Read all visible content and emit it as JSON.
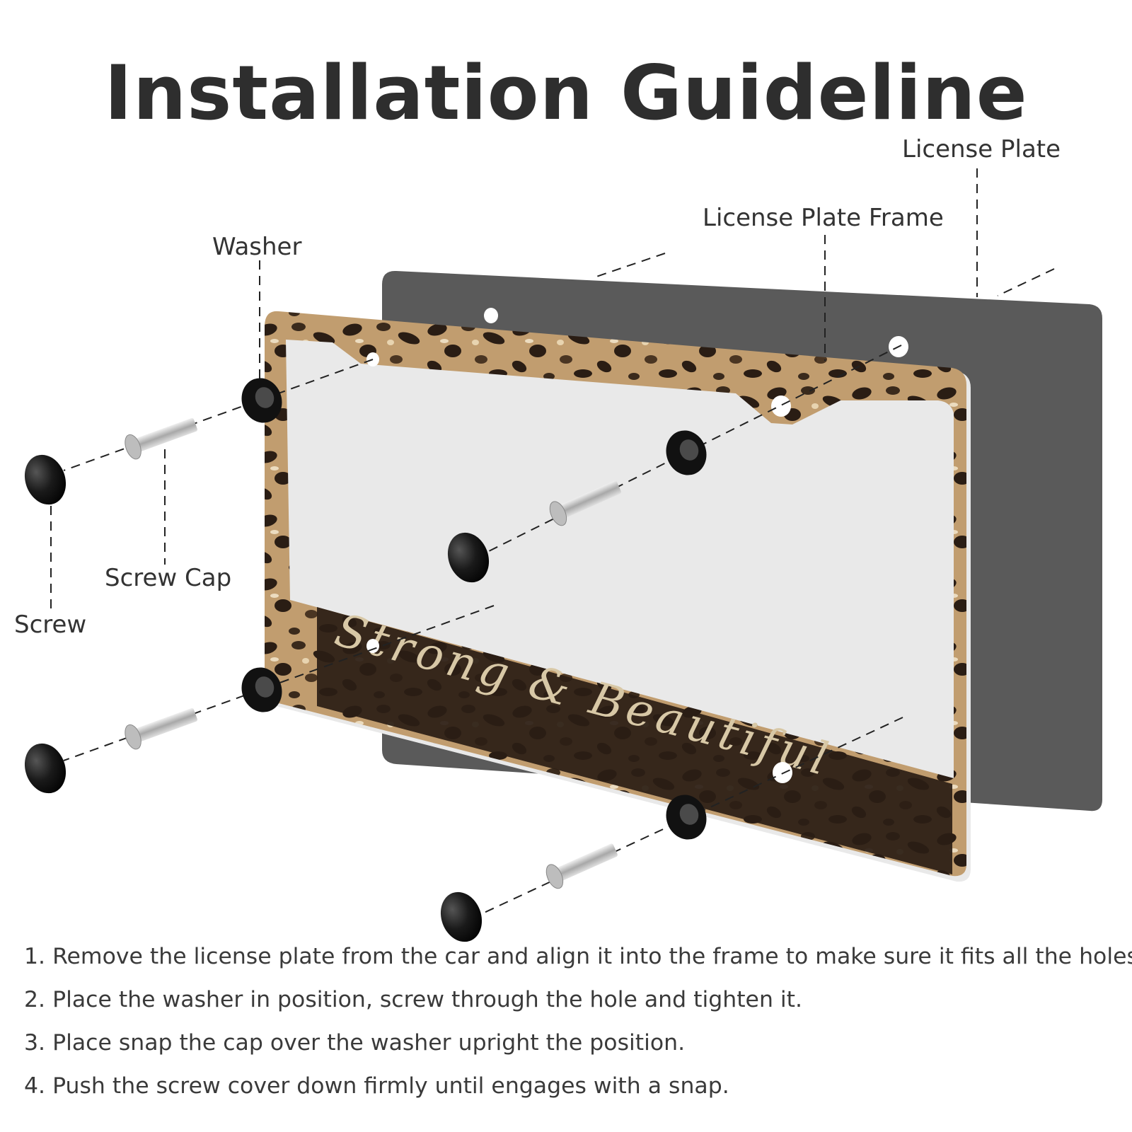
{
  "title": "Installation Guideline",
  "labels": {
    "license_plate": "License Plate",
    "license_plate_frame": "License Plate Frame",
    "washer": "Washer",
    "screw_cap": "Screw Cap",
    "screw": "Screw"
  },
  "frame_text": "Strong & Beautiful",
  "steps": [
    {
      "number": "1.",
      "text": "Remove the license plate from the car and align it into the frame to make sure it fits all the holes."
    },
    {
      "number": "2.",
      "text": "Place the washer in position, screw through the hole and tighten it."
    },
    {
      "number": "3.",
      "text": "Place snap the cap over the washer upright the position."
    },
    {
      "number": "4.",
      "text": "Push the screw cover down firmly until engages with a snap."
    }
  ],
  "colors": {
    "plate": "#5a5a5a",
    "frame_tan": "#c9a77a",
    "frame_dark": "#2a1d14",
    "hardware_black": "#1a1a1a",
    "screw_silver": "#c8c8c8",
    "text": "#333333"
  }
}
